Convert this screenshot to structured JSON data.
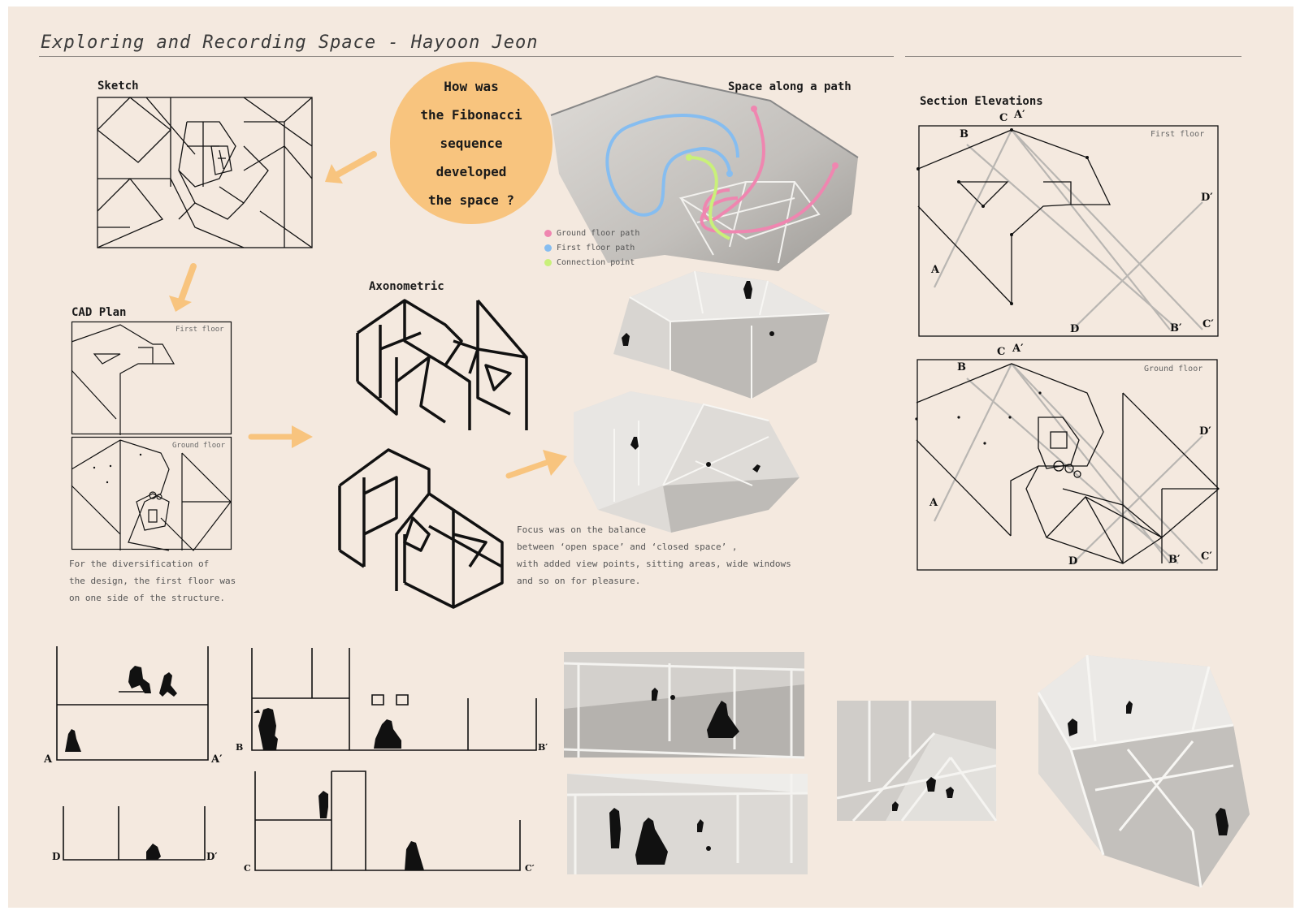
{
  "title": "Exploring and Recording Space - Hayoon Jeon",
  "headings": {
    "sketch": "Sketch",
    "cad_plan": "CAD Plan",
    "axonometric": "Axonometric",
    "space_path": "Space along a path",
    "section_elevations": "Section Elevations"
  },
  "question": [
    "How was",
    "the Fibonacci",
    "sequence",
    "developed",
    "the space ?"
  ],
  "legend": [
    {
      "label": "Ground floor path",
      "color": "#ef86b0"
    },
    {
      "label": "First floor path",
      "color": "#86bdf0"
    },
    {
      "label": "Connection point",
      "color": "#c9f07a"
    }
  ],
  "floor_labels": {
    "first": "First floor",
    "ground": "Ground floor"
  },
  "notes": {
    "cad": [
      "For the diversification of",
      "the design, the first floor was",
      "on one side of the structure."
    ],
    "focus": [
      "Focus was on the balance",
      "between ‘open space’ and ‘closed space’ ,",
      "with added view points, sitting areas, wide windows",
      "and so on for pleasure."
    ]
  },
  "section_letters": {
    "A": "A",
    "A_prime": "A′",
    "B": "B",
    "B_prime": "B′",
    "C": "C",
    "C_prime": "C′",
    "D": "D",
    "D_prime": "D′"
  },
  "colors": {
    "background": "#f4e9df",
    "accent_orange": "#f8c47e",
    "path_pink": "#ef86b0",
    "path_blue": "#86bdf0",
    "path_green": "#c9f07a"
  }
}
